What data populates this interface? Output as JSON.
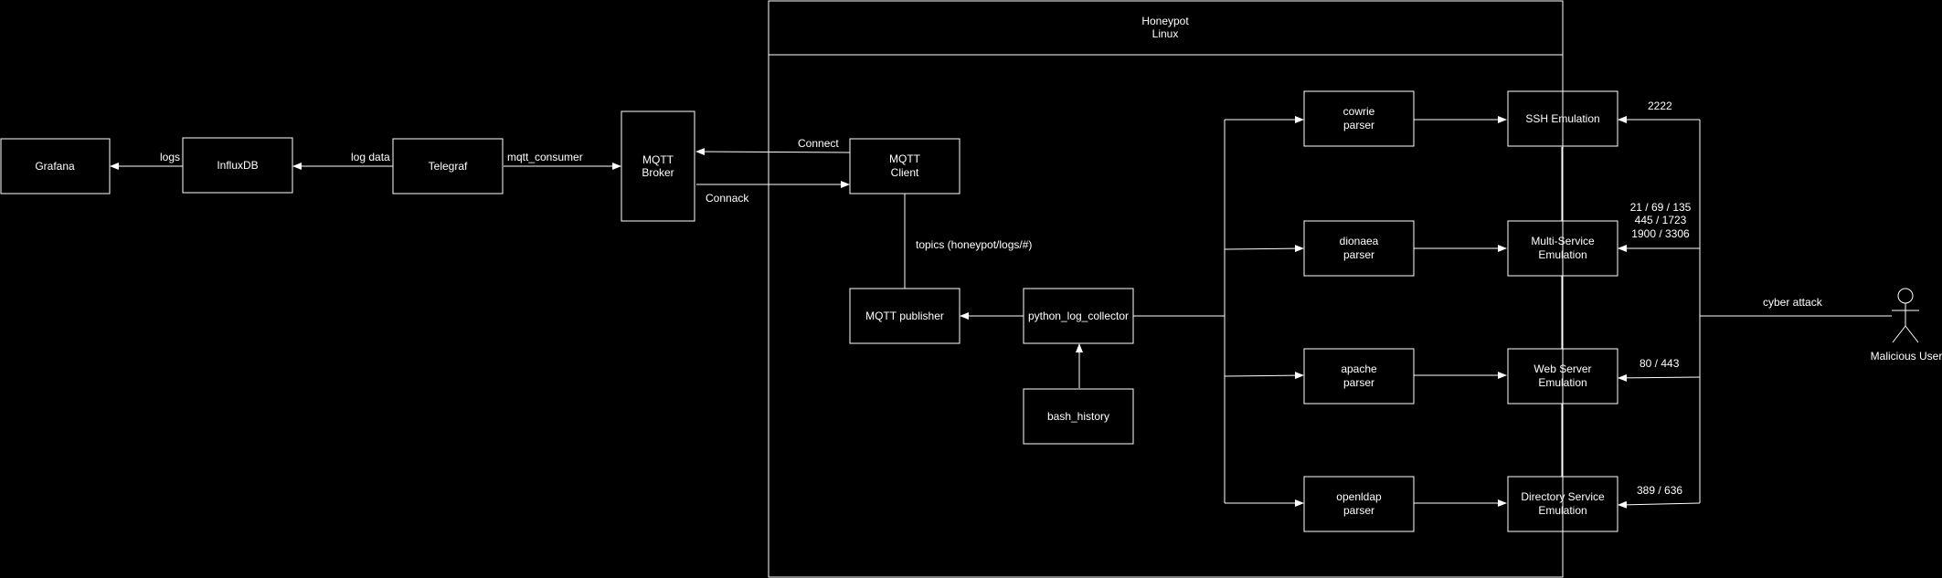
{
  "honeypot": {
    "title_line1": "Honeypot",
    "title_line2": "Linux"
  },
  "nodes": {
    "grafana": {
      "lines": [
        "Grafana"
      ]
    },
    "influxdb": {
      "lines": [
        "InfluxDB"
      ]
    },
    "telegraf": {
      "lines": [
        "Telegraf"
      ]
    },
    "mqtt_broker": {
      "lines": [
        "MQTT",
        "Broker"
      ]
    },
    "mqtt_client": {
      "lines": [
        "MQTT",
        "Client"
      ]
    },
    "mqtt_publisher": {
      "lines": [
        "MQTT publisher"
      ]
    },
    "python_log_collector": {
      "lines": [
        "python_log_collector"
      ]
    },
    "bash_history": {
      "lines": [
        "bash_history"
      ]
    },
    "cowrie_parser": {
      "lines": [
        "cowrie",
        "parser"
      ]
    },
    "dionaea_parser": {
      "lines": [
        "dionaea",
        "parser"
      ]
    },
    "apache_parser": {
      "lines": [
        "apache",
        "parser"
      ]
    },
    "openldap_parser": {
      "lines": [
        "openldap",
        "parser"
      ]
    },
    "ssh_emulation": {
      "lines": [
        "SSH Emulation"
      ]
    },
    "multi_service_emulation": {
      "lines": [
        "Multi-Service",
        "Emulation"
      ]
    },
    "web_server_emulation": {
      "lines": [
        "Web Server",
        "Emulation"
      ]
    },
    "directory_service_emulation": {
      "lines": [
        "Directory Service",
        "Emulation"
      ]
    }
  },
  "edge_labels": {
    "logs": "logs",
    "log_data": "log data",
    "mqtt_consumer": "mqtt_consumer",
    "connect": "Connect",
    "connack": "Connack",
    "topics": "topics (honeypot/logs/#)",
    "cyber_attack": "cyber attack",
    "ports_ssh": "2222",
    "ports_multi": [
      "21 / 69 / 135",
      "445 / 1723",
      "1900 / 3306"
    ],
    "ports_web": "80 / 443",
    "ports_dir": "389 / 636"
  },
  "actor": {
    "label": "Malicious User"
  }
}
